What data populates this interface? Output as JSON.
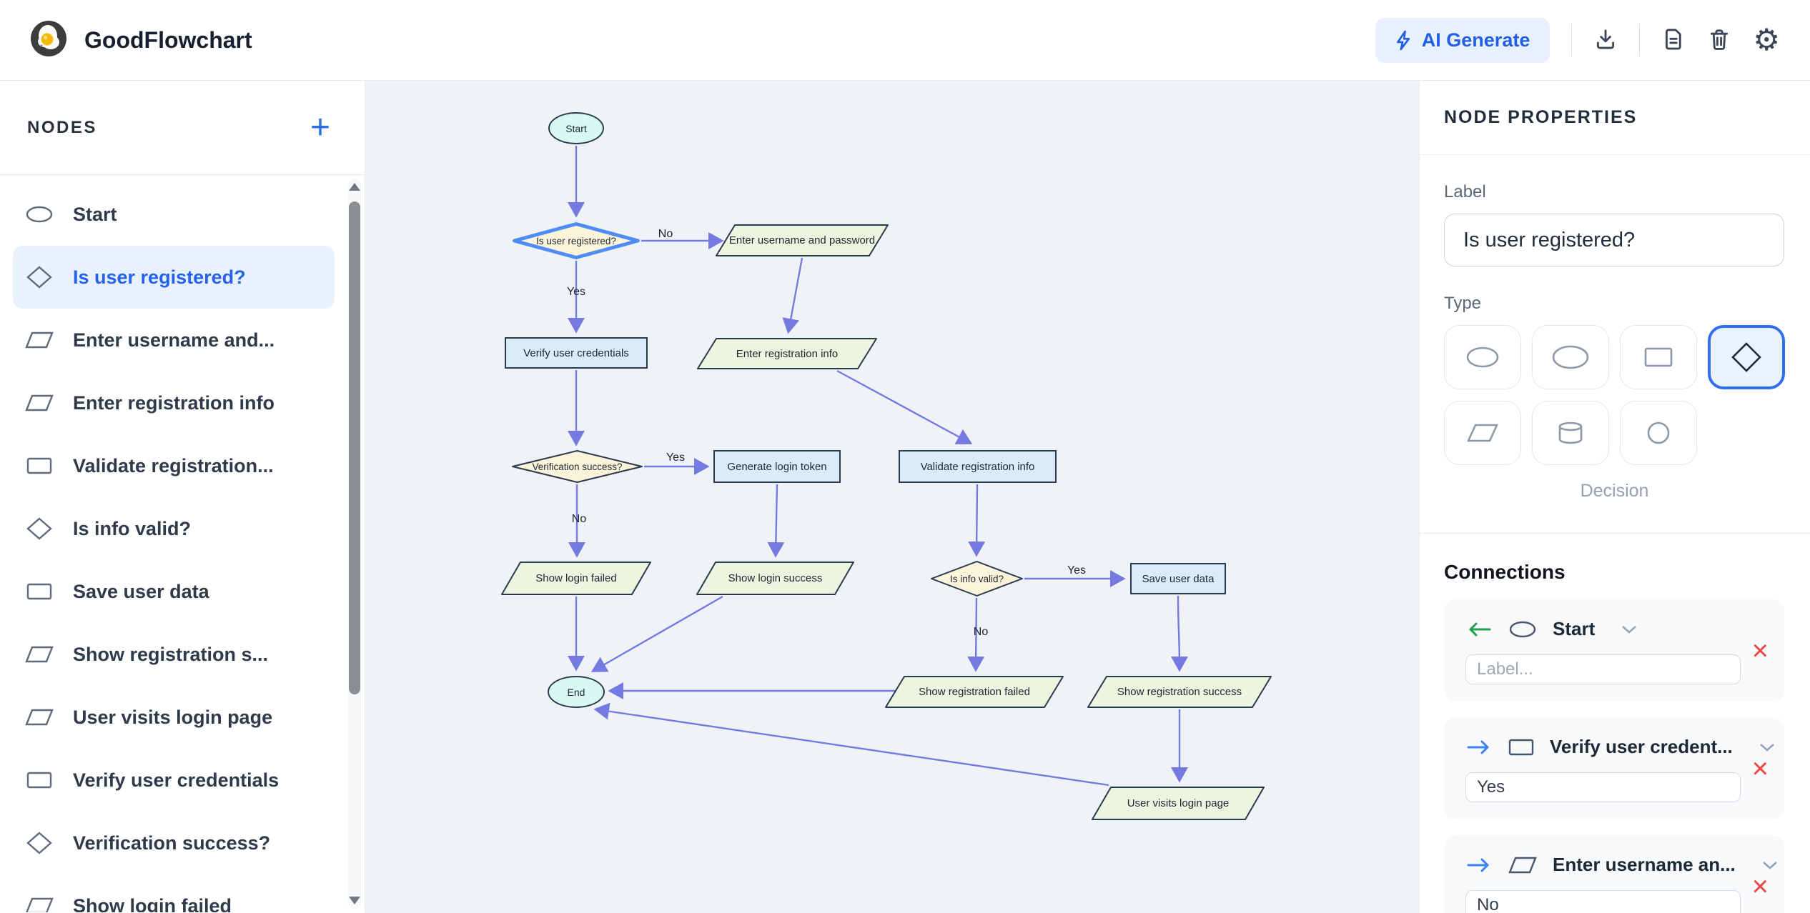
{
  "header": {
    "title": "GoodFlowchart",
    "ai_generate_label": "AI Generate"
  },
  "sidebar": {
    "title": "NODES",
    "items": [
      {
        "label": "Start",
        "shape": "terminator",
        "selected": false
      },
      {
        "label": "Is user registered?",
        "shape": "decision",
        "selected": true
      },
      {
        "label": "Enter username and...",
        "shape": "io",
        "selected": false
      },
      {
        "label": "Enter registration info",
        "shape": "io",
        "selected": false
      },
      {
        "label": "Validate registration...",
        "shape": "process",
        "selected": false
      },
      {
        "label": "Is info valid?",
        "shape": "decision",
        "selected": false
      },
      {
        "label": "Save user data",
        "shape": "process",
        "selected": false
      },
      {
        "label": "Show registration s...",
        "shape": "io",
        "selected": false
      },
      {
        "label": "User visits login page",
        "shape": "io",
        "selected": false
      },
      {
        "label": "Verify user credentials",
        "shape": "process",
        "selected": false
      },
      {
        "label": "Verification success?",
        "shape": "decision",
        "selected": false
      },
      {
        "label": "Show login failed",
        "shape": "io",
        "selected": false
      }
    ]
  },
  "flowchart": {
    "nodes": [
      {
        "label": "Start",
        "shape": "terminator"
      },
      {
        "label": "Is user registered?",
        "shape": "decision",
        "selected": true
      },
      {
        "label": "Enter username and password",
        "shape": "io"
      },
      {
        "label": "Verify user credentials",
        "shape": "process"
      },
      {
        "label": "Enter registration info",
        "shape": "io"
      },
      {
        "label": "Verification success?",
        "shape": "decision"
      },
      {
        "label": "Generate login token",
        "shape": "process"
      },
      {
        "label": "Validate registration info",
        "shape": "process"
      },
      {
        "label": "Show login failed",
        "shape": "io"
      },
      {
        "label": "Show login success",
        "shape": "io"
      },
      {
        "label": "Is info valid?",
        "shape": "decision"
      },
      {
        "label": "Save user data",
        "shape": "process"
      },
      {
        "label": "End",
        "shape": "terminator"
      },
      {
        "label": "Show registration failed",
        "shape": "io"
      },
      {
        "label": "Show registration success",
        "shape": "io"
      },
      {
        "label": "User visits login page",
        "shape": "io"
      }
    ],
    "edges": [
      {
        "from": "Start",
        "to": "Is user registered?",
        "label": ""
      },
      {
        "from": "Is user registered?",
        "to": "Enter username and password",
        "label": "No"
      },
      {
        "from": "Is user registered?",
        "to": "Verify user credentials",
        "label": "Yes"
      },
      {
        "from": "Enter username and password",
        "to": "Enter registration info",
        "label": ""
      },
      {
        "from": "Verify user credentials",
        "to": "Verification success?",
        "label": ""
      },
      {
        "from": "Enter registration info",
        "to": "Validate registration info",
        "label": ""
      },
      {
        "from": "Verification success?",
        "to": "Generate login token",
        "label": "Yes"
      },
      {
        "from": "Verification success?",
        "to": "Show login failed",
        "label": "No"
      },
      {
        "from": "Generate login token",
        "to": "Show login success",
        "label": ""
      },
      {
        "from": "Validate registration info",
        "to": "Is info valid?",
        "label": ""
      },
      {
        "from": "Is info valid?",
        "to": "Save user data",
        "label": "Yes"
      },
      {
        "from": "Is info valid?",
        "to": "Show registration failed",
        "label": "No"
      },
      {
        "from": "Save user data",
        "to": "Show registration success",
        "label": ""
      },
      {
        "from": "Show registration success",
        "to": "User visits login page",
        "label": ""
      },
      {
        "from": "Show registration failed",
        "to": "End",
        "label": ""
      },
      {
        "from": "User visits login page",
        "to": "End",
        "label": ""
      },
      {
        "from": "Show login failed",
        "to": "End",
        "label": ""
      },
      {
        "from": "Show login success",
        "to": "End",
        "label": ""
      }
    ],
    "colors": {
      "edge": "#747adf",
      "terminator_fill": "#d9f8f2",
      "process_fill": "#d9ecf9",
      "io_fill": "#edf4e0",
      "decision_fill": "#fcf4da",
      "node_border": "#2b3a4e",
      "selected_border": "#4e8cf6",
      "canvas_bg": "#eff2f7"
    }
  },
  "properties": {
    "title": "NODE PROPERTIES",
    "label_caption": "Label",
    "label_value": "Is user registered?",
    "type_caption": "Type",
    "types": [
      "ellipse",
      "oval",
      "rectangle",
      "diamond",
      "parallelogram",
      "database",
      "circle"
    ],
    "selected_type_index": 3,
    "selected_type_name": "Decision",
    "connections_caption": "Connections",
    "connections": [
      {
        "direction": "incoming",
        "node_shape": "terminator",
        "node_label": "Start",
        "edge_label_value": "",
        "edge_label_placeholder": "Label..."
      },
      {
        "direction": "outgoing",
        "node_shape": "process",
        "node_label": "Verify user credent...",
        "edge_label_value": "Yes",
        "edge_label_placeholder": "Label..."
      },
      {
        "direction": "outgoing",
        "node_shape": "io",
        "node_label": "Enter username an...",
        "edge_label_value": "No",
        "edge_label_placeholder": "Label..."
      }
    ],
    "accent_blue": "#2f6fed",
    "incoming_arrow_color": "#1ca24a",
    "outgoing_arrow_color": "#3b82f6",
    "delete_color": "#ee4444"
  }
}
